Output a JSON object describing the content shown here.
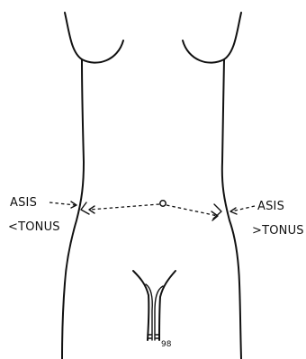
{
  "figure": {
    "labels": {
      "left_asis": "ASIS",
      "left_tonus": "<TONUS",
      "right_asis": "ASIS",
      "right_tonus": ">TONUS"
    },
    "signature": "98"
  },
  "colors": {
    "ink": "#111111",
    "background": "#ffffff"
  }
}
